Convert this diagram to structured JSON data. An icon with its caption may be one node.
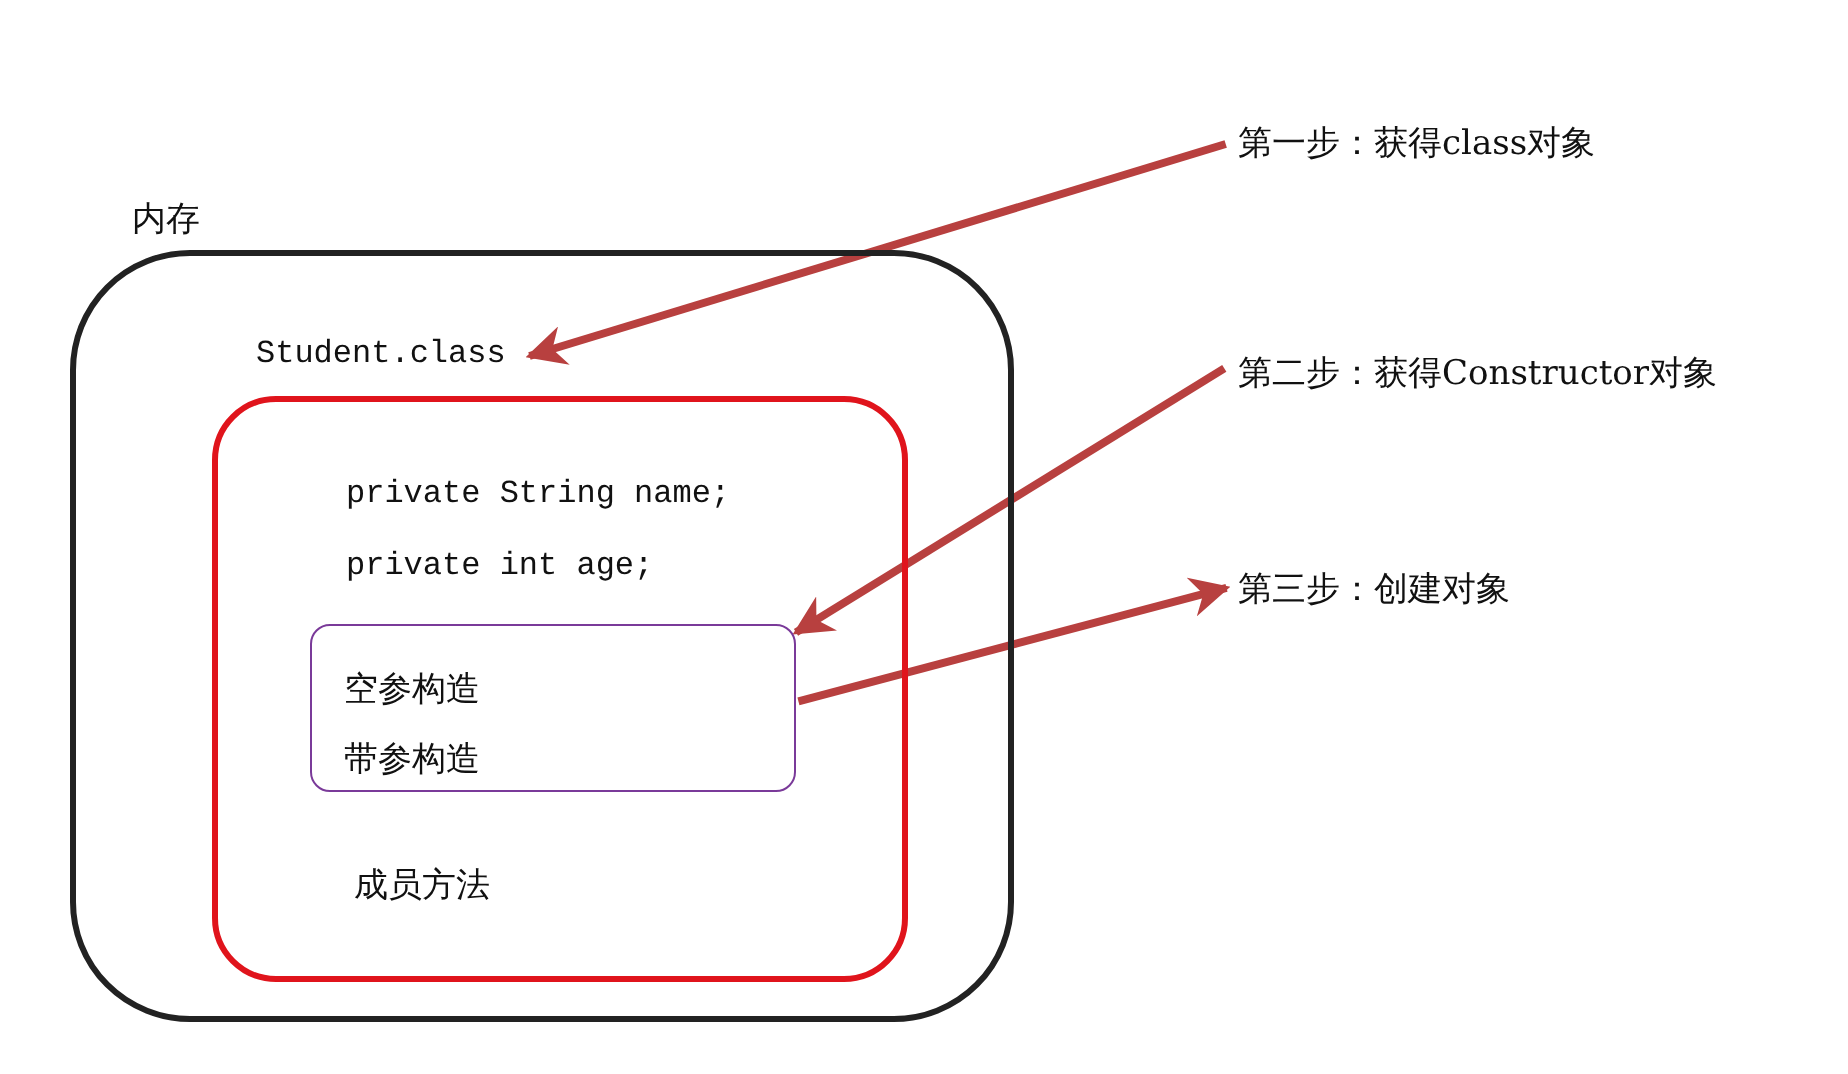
{
  "diagram": {
    "nodes": [
      {
        "text": [
          "内存"
        ]
      },
      {
        "text": [
          "Student.class"
        ],
        "in": 0
      },
      {
        "text": [
          "private String name;",
          "private int age;",
          "成员方法"
        ],
        "in": 0
      },
      {
        "text": [
          "空参构造",
          "带参构造"
        ],
        "in": 2
      },
      {
        "text": [
          "第一步：获得class对象"
        ]
      },
      {
        "text": [
          "第二步：获得Constructor对象"
        ]
      },
      {
        "text": [
          "第三步：创建对象"
        ]
      }
    ],
    "edges": [
      {
        "from": 4,
        "to": 1,
        "arrow": "to"
      },
      {
        "from": 5,
        "to": 3,
        "arrow": "to"
      },
      {
        "from": 3,
        "to": 6,
        "arrow": "to"
      }
    ]
  }
}
